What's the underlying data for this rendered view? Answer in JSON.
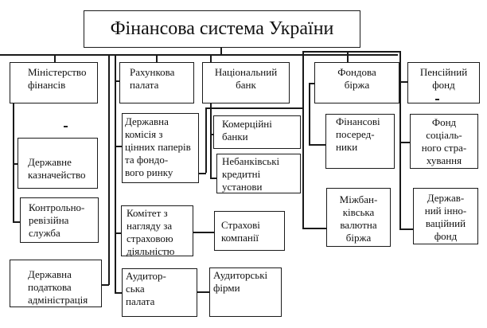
{
  "title": "Фінансова система України",
  "top_level": [
    {
      "id": "minfin",
      "label": "Міністерство\nфінансів"
    },
    {
      "id": "rakhunkova",
      "label": "Рахункова\nпалата"
    },
    {
      "id": "natsbank",
      "label": "Національний\nбанк"
    },
    {
      "id": "fondova",
      "label": "Фондова\nбіржа"
    },
    {
      "id": "pensiinyi",
      "label": "Пенсійний\nфонд"
    }
  ],
  "minfin_children": [
    {
      "id": "kaznacheistvo",
      "label": "Державне\nказначейство"
    },
    {
      "id": "krs",
      "label": "Контрольно-\nревізійна\nслужба"
    },
    {
      "id": "dpa",
      "label": "Державна\nподаткова\nадміністрація"
    }
  ],
  "regulators": [
    {
      "id": "dkcpfr",
      "label": "Державна\nкомісія з\nцінних паперів\nта фондо-\nвого ринку"
    },
    {
      "id": "komitet",
      "label": "Комітет з\nнагляду за\nстраховою\nдіяльністю"
    },
    {
      "id": "audytorska",
      "label": "Аудитор-\n   ська\nпалата"
    }
  ],
  "bank_children": [
    {
      "id": "komertsiini",
      "label": "Комерційні\nбанки"
    },
    {
      "id": "nebankivski",
      "label": "Небанківські\nкредитні\nустанови"
    }
  ],
  "other_children": [
    {
      "id": "strakhovi",
      "label": "Страхові\nкомпанії"
    },
    {
      "id": "audytorski",
      "label": "Аудиторські\nфірми"
    }
  ],
  "fondova_children": [
    {
      "id": "poserednyky",
      "label": "Фінансові\nпосеред-\nники"
    },
    {
      "id": "mizhbank",
      "label": "Міжбан-\nківська\nвалютна\nбіржа"
    }
  ],
  "pension_children": [
    {
      "id": "socstrakh",
      "label": "Фонд\nсоціаль-\nного стра-\nхування"
    },
    {
      "id": "innovation",
      "label": "Держав-\nний інно-\nваційний\nфонд"
    }
  ]
}
